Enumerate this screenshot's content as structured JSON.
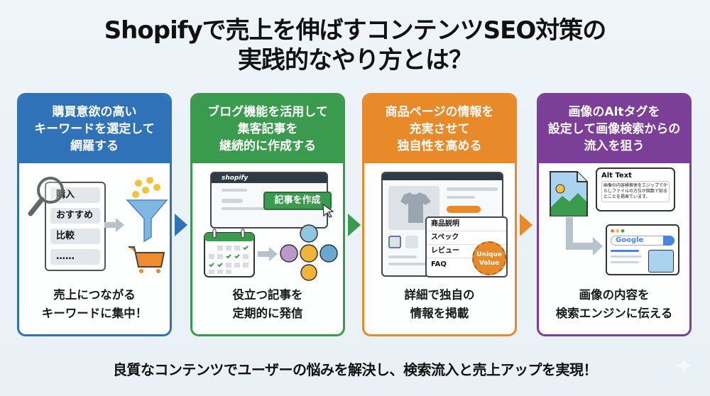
{
  "title": {
    "line1": "Shopifyで売上を伸ばすコンテンツSEO対策の",
    "line2": "実践的なやり方とは？"
  },
  "cards": [
    {
      "color": "#2f72b8",
      "heading": [
        "購買意欲の高い",
        "キーワードを選定して",
        "網羅する"
      ],
      "art": {
        "keywords": [
          "購入",
          "おすすめ",
          "比較",
          "……"
        ],
        "icons": [
          "magnifier-icon",
          "funnel-icon",
          "coins-icon",
          "shopping-cart-icon"
        ]
      },
      "footer": [
        "売上につながる",
        "キーワードに集中！"
      ]
    },
    {
      "color": "#3a9a4e",
      "heading": [
        "ブログ機能を活用して",
        "集客記事を",
        "継続的に作成する"
      ],
      "art": {
        "brand": "shopify",
        "button": "記事を作成",
        "icons": [
          "browser-window-icon",
          "cursor-icon",
          "calendar-icon",
          "users-icon"
        ]
      },
      "footer": [
        "役立つ記事を",
        "定期的に発信"
      ]
    },
    {
      "color": "#e8892a",
      "heading": [
        "商品ページの情報を",
        "充実させて",
        "独自性を高める"
      ],
      "art": {
        "tabs": [
          "商品説明",
          "スペック",
          "レビュー",
          "FAQ"
        ],
        "badge": [
          "Unique",
          "Value"
        ],
        "icons": [
          "tshirt-icon",
          "ribbon-badge-icon"
        ]
      },
      "footer": [
        "詳細で独自の",
        "情報を掲載"
      ]
    },
    {
      "color": "#7b3f98",
      "heading": [
        "画像のAltタグを",
        "設定して画像検索からの",
        "流入を狙う"
      ],
      "art": {
        "alt_title": "Alt Text",
        "alt_body": "画像の内容検索体をエジップでからしファイルの方位が図数で知るとことを掲表ています。",
        "search_brand": "Google",
        "icons": [
          "image-file-icon",
          "search-icon"
        ]
      },
      "footer": [
        "画像の内容を",
        "検索エンジンに伝える"
      ]
    }
  ],
  "bottom_message": "良質なコンテンツでユーザーの悩みを解決し、検索流入と売上アップを実現！"
}
